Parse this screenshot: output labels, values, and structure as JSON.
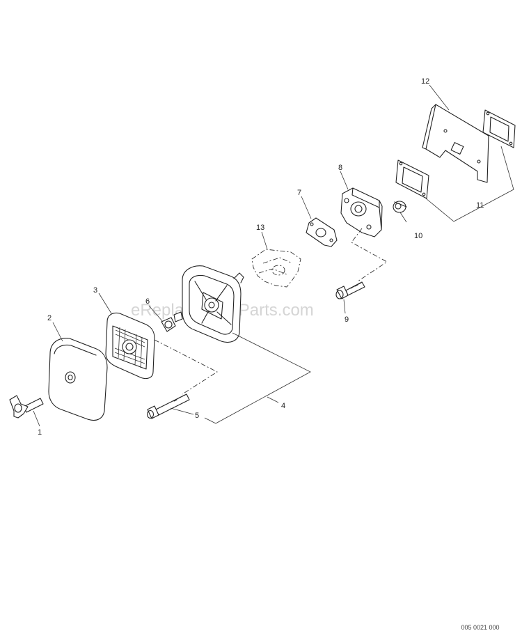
{
  "callouts": {
    "c1": "1",
    "c2": "2",
    "c3": "3",
    "c4": "4",
    "c5": "5",
    "c6": "6",
    "c7": "7",
    "c8": "8",
    "c9": "9",
    "c10": "10",
    "c11": "11",
    "c12": "12",
    "c13": "13"
  },
  "watermark": "eReplacementParts.com",
  "diagram_code": "005 0021 000",
  "icons": {
    "part1": "wing-bolt-icon",
    "part2": "air-filter-cover-icon",
    "part3": "air-filter-element-icon",
    "part4": "air-cleaner-base-icon",
    "part5": "long-bolt-icon",
    "part6": "choke-lever-icon",
    "part7": "gasket-icon",
    "part8": "insulator-icon",
    "part9": "bolt-icon",
    "part10": "nut-icon",
    "part11": "gasket-pair-icon",
    "part12": "heat-shield-plate-icon",
    "part13": "carburetor-icon"
  }
}
